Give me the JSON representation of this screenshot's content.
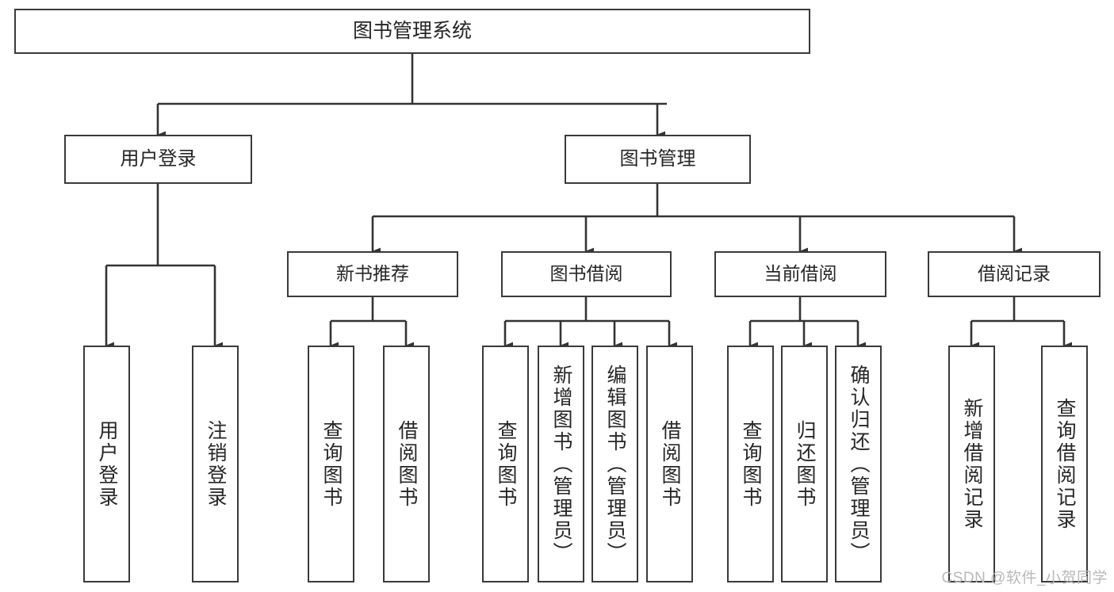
{
  "diagram": {
    "title": "图书管理系统",
    "type": "tree-hierarchy-flowchart",
    "colors": {
      "node_border": "#3a3a3a",
      "node_fill": "#ffffff",
      "edge": "#333333",
      "text": "#262626",
      "watermark": "#b9b9b9",
      "background": "#ffffff"
    },
    "watermark": "CSDN @软件_小贺同学",
    "nodes": {
      "root": {
        "label": "图书管理系统"
      },
      "level2": [
        {
          "label": "用户登录"
        },
        {
          "label": "图书管理"
        }
      ],
      "level3": [
        {
          "label": "新书推荐"
        },
        {
          "label": "图书借阅"
        },
        {
          "label": "当前借阅"
        },
        {
          "label": "借阅记录"
        }
      ],
      "leaves": [
        {
          "label": "用户登录"
        },
        {
          "label": "注销登录"
        },
        {
          "label": "查询图书"
        },
        {
          "label": "借阅图书"
        },
        {
          "label": "查询图书"
        },
        {
          "label": "新增图书（管理员）"
        },
        {
          "label": "编辑图书（管理员）"
        },
        {
          "label": "借阅图书"
        },
        {
          "label": "查询图书"
        },
        {
          "label": "归还图书"
        },
        {
          "label": "确认归还（管理员）"
        },
        {
          "label": "新增借阅记录"
        },
        {
          "label": "查询借阅记录"
        }
      ]
    },
    "edges": [
      {
        "from": "图书管理系统",
        "to": "用户登录"
      },
      {
        "from": "图书管理系统",
        "to": "图书管理"
      },
      {
        "from": "用户登录",
        "to": "用户登录"
      },
      {
        "from": "用户登录",
        "to": "注销登录"
      },
      {
        "from": "图书管理",
        "to": "新书推荐"
      },
      {
        "from": "图书管理",
        "to": "图书借阅"
      },
      {
        "from": "图书管理",
        "to": "当前借阅"
      },
      {
        "from": "图书管理",
        "to": "借阅记录"
      },
      {
        "from": "新书推荐",
        "to": "查询图书"
      },
      {
        "from": "新书推荐",
        "to": "借阅图书"
      },
      {
        "from": "图书借阅",
        "to": "查询图书"
      },
      {
        "from": "图书借阅",
        "to": "新增图书（管理员）"
      },
      {
        "from": "图书借阅",
        "to": "编辑图书（管理员）"
      },
      {
        "from": "图书借阅",
        "to": "借阅图书"
      },
      {
        "from": "当前借阅",
        "to": "查询图书"
      },
      {
        "from": "当前借阅",
        "to": "归还图书"
      },
      {
        "from": "当前借阅",
        "to": "确认归还（管理员）"
      },
      {
        "from": "借阅记录",
        "to": "新增借阅记录"
      },
      {
        "from": "借阅记录",
        "to": "查询借阅记录"
      }
    ]
  }
}
